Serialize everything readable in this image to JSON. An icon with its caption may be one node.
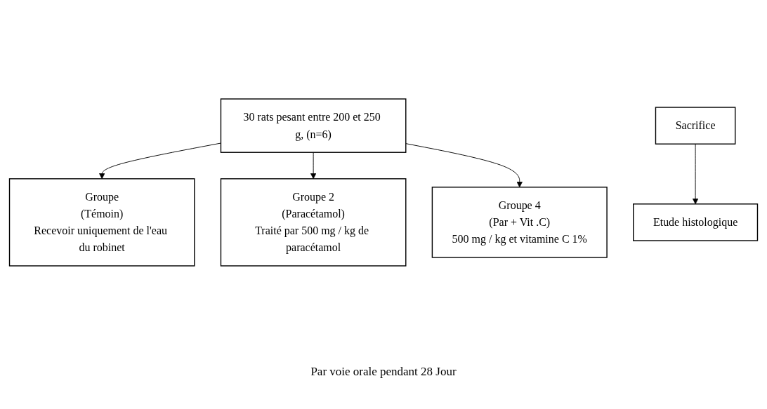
{
  "diagram": {
    "nodes": [
      {
        "text": [
          "30 rats pesant entre 200 et 250 g, (n=6)"
        ]
      },
      {
        "text": [
          "Groupe",
          "(Témoin)",
          "Recevoir uniquement de l'eau du robinet"
        ]
      },
      {
        "text": [
          "Groupe 2",
          "(Paracétamol)",
          "Traité par 500 mg / kg de paracétamol"
        ]
      },
      {
        "text": [
          "Groupe 4",
          "(Par + Vit .C)",
          "500 mg / kg et vitamine C 1%"
        ]
      },
      {
        "text": [
          "Sacrifice"
        ]
      },
      {
        "text": [
          "Etude histologique"
        ]
      }
    ],
    "edges": [
      {
        "from": 0,
        "to": 1,
        "arrow": "to"
      },
      {
        "from": 0,
        "to": 2,
        "arrow": "to"
      },
      {
        "from": 0,
        "to": 3,
        "arrow": "to"
      },
      {
        "from": 4,
        "to": 5,
        "arrow": "to"
      }
    ],
    "labels": [
      "Par voie orale pendant 28 Jour"
    ]
  }
}
